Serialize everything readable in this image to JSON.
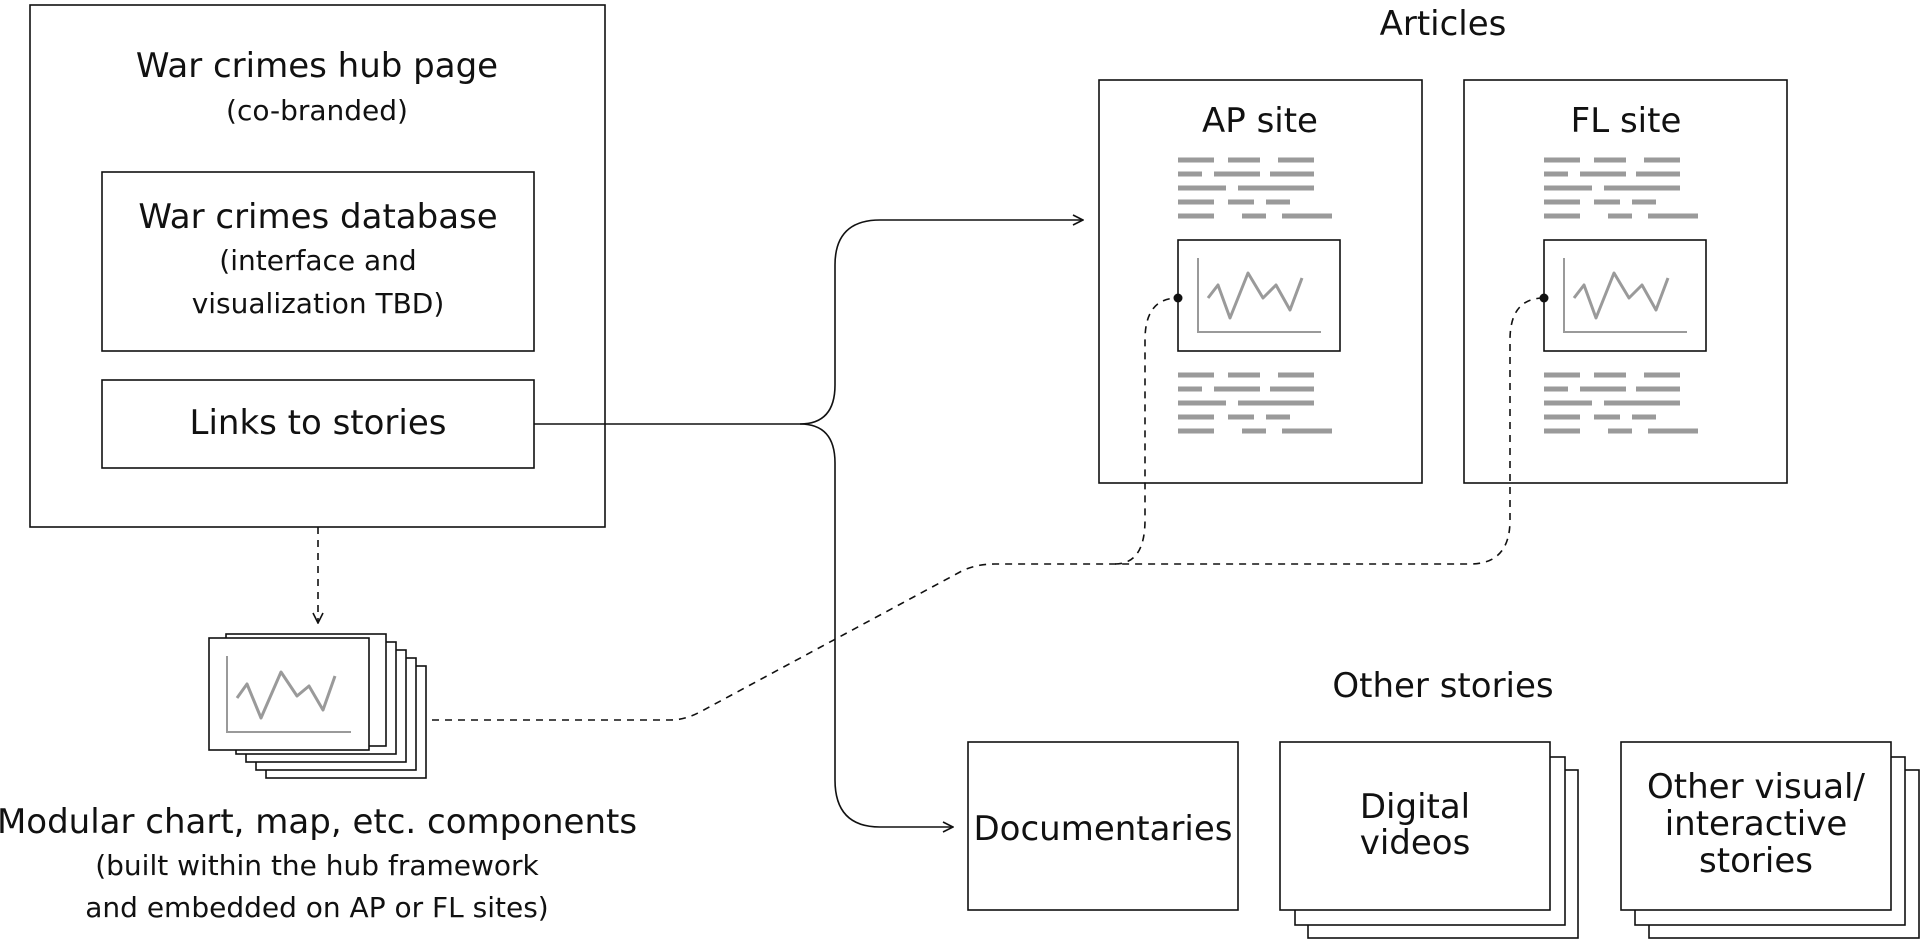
{
  "hub": {
    "title": "War crimes hub page",
    "subtitle": "(co-branded)",
    "database": {
      "title": "War crimes database",
      "line1": "(interface and",
      "line2": "visualization TBD)"
    },
    "links_label": "Links to stories"
  },
  "articles": {
    "heading": "Articles",
    "ap_site": "AP site",
    "fl_site": "FL site"
  },
  "components": {
    "line1": "Modular chart, map, etc. components",
    "line2": "(built within the hub framework",
    "line3": "and embedded on AP or FL sites)"
  },
  "other_stories": {
    "heading": "Other stories",
    "documentaries": "Documentaries",
    "digital_videos": [
      "Digital",
      "videos"
    ],
    "other_visual": [
      "Other visual/",
      "interactive",
      "stories"
    ]
  }
}
